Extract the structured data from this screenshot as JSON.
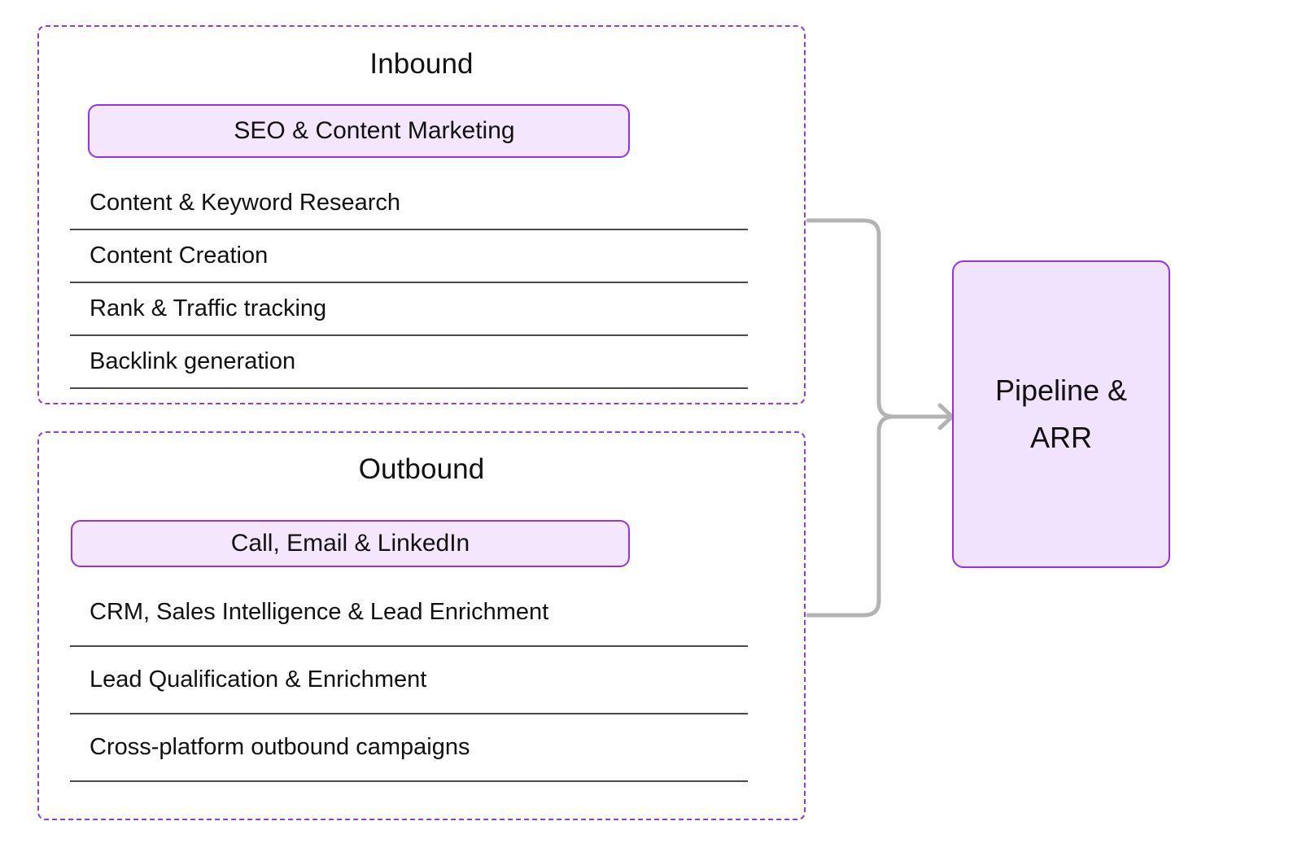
{
  "diagram": {
    "groups": [
      {
        "id": "inbound",
        "title": "Inbound",
        "chip": "SEO & Content Marketing",
        "items": [
          "Content & Keyword Research",
          "Content Creation",
          "Rank & Traffic tracking",
          "Backlink generation"
        ]
      },
      {
        "id": "outbound",
        "title": "Outbound",
        "chip": "Call, Email & LinkedIn",
        "items": [
          "CRM, Sales Intelligence & Lead Enrichment",
          "Lead Qualification & Enrichment",
          "Cross-platform outbound campaigns"
        ]
      }
    ],
    "outcome": {
      "label": "Pipeline & ARR"
    },
    "connector": {
      "from_inbound_label": "inbound-to-outcome",
      "from_outbound_label": "outbound-to-outcome",
      "arrow_icon": "arrow-right-icon"
    },
    "colors": {
      "group_border": "#8b3fd4",
      "chip_fill": "#f3e6fd",
      "chip_border": "#9333ea",
      "outcome_fill": "#f1e3fd",
      "outcome_border": "#9333ea",
      "connector": "#b3b3b3",
      "rule": "#4a4a4a",
      "text": "#111111",
      "background": "#ffffff"
    }
  }
}
